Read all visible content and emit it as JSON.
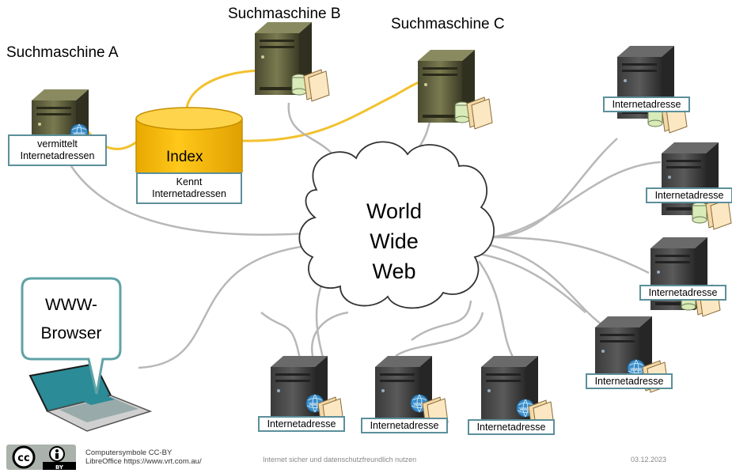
{
  "search_engines": {
    "a": "Suchmaschine A",
    "b": "Suchmaschine B",
    "c": "Suchmaschine C"
  },
  "search_engine_a_box": [
    "vermittelt",
    "Internetadressen"
  ],
  "index": {
    "title": "Index",
    "box": [
      "Kennt",
      "Internetadressen"
    ]
  },
  "cloud": [
    "World",
    "Wide",
    "Web"
  ],
  "browser": [
    "WWW-",
    "Browser"
  ],
  "server_label": "Internetadresse",
  "footer": {
    "credit_line1": "Computersymbole CC-BY",
    "credit_line2": "LibreOffice  https://www.vrt.com.au/",
    "center": "Internet sicher und datenschutzfreundlich nutzen",
    "date": "03.12.2023"
  },
  "colors": {
    "link_line": "#b8b8b8",
    "search_link": "#f2c12e",
    "index_fill": "#f5bb00",
    "label_border": "#5b8f9a",
    "bubble_border": "#5fa3a6",
    "laptop_screen": "#2b8b96"
  }
}
